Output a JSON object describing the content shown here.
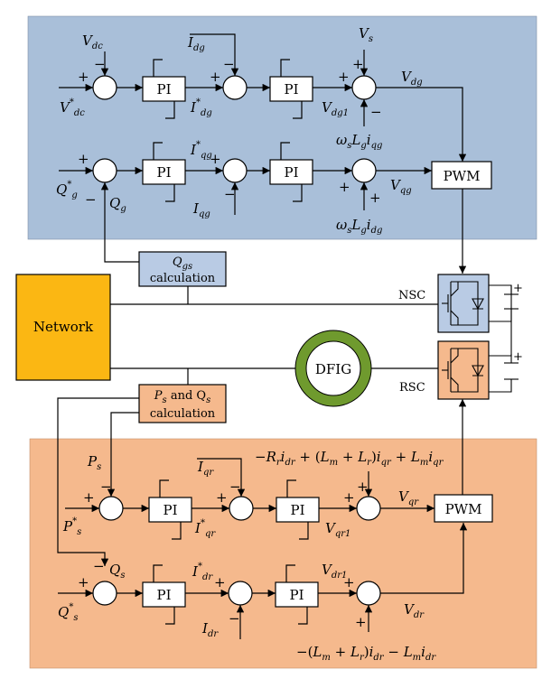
{
  "colors": {
    "grid_panel": "#a9bfd9",
    "rotor_panel": "#f5b98d",
    "network": "#fbb713",
    "dfig_ring": "#6f9a2e",
    "nsc_fill": "#b9cbe4",
    "rsc_fill": "#f5b98d",
    "qgs_fill": "#b9cbe4",
    "psqs_fill": "#f5b98d"
  },
  "blocks": {
    "pi": "PI",
    "pwm": "PWM",
    "network": "Network",
    "dfig": "DFIG",
    "nsc": "NSC",
    "rsc": "RSC",
    "qgs_calc_line1": "Q",
    "qgs_calc_sub": "gs",
    "qgs_calc_line2": "calculation",
    "psqs_calc_p": "P",
    "psqs_calc_psub": "s",
    "psqs_calc_and": " and Q",
    "psqs_calc_qsub": "s",
    "psqs_calc_line2": "calculation"
  },
  "signs": {
    "plus": "+",
    "minus": "−"
  },
  "signals": {
    "vdc": {
      "base": "V",
      "sub": "dc"
    },
    "vdc_ref": {
      "base": "V",
      "sup": "*",
      "sub": "dc"
    },
    "idg": {
      "base": "I",
      "sub": "dg"
    },
    "idg_ref": {
      "base": "I",
      "sup": "*",
      "sub": "dg"
    },
    "vs": {
      "base": "V",
      "sub": "s"
    },
    "vdg": {
      "base": "V",
      "sub": "dg"
    },
    "vdg1": {
      "base": "V",
      "sub": "dg1"
    },
    "ws_lg_iqg": {
      "w": "ω",
      "ws": "s",
      "l": "L",
      "lg": "g",
      "i": "i",
      "is": "qg"
    },
    "qg_ref": {
      "base": "Q",
      "sup": "*",
      "sub": "g"
    },
    "qg": {
      "base": "Q",
      "sub": "g"
    },
    "iqg_ref": {
      "base": "I",
      "sup": "*",
      "sub": "qg"
    },
    "iqg": {
      "base": "I",
      "sub": "qg"
    },
    "vqg": {
      "base": "V",
      "sub": "qg"
    },
    "ws_lg_idg": {
      "w": "ω",
      "ws": "s",
      "l": "L",
      "lg": "g",
      "i": "i",
      "is": "dg"
    },
    "ps": {
      "base": "P",
      "sub": "s"
    },
    "ps_ref": {
      "base": "P",
      "sup": "*",
      "sub": "s"
    },
    "iqr": {
      "base": "I",
      "sub": "qr"
    },
    "iqr_ref": {
      "base": "I",
      "sup": "*",
      "sub": "qr"
    },
    "vqr": {
      "base": "V",
      "sub": "qr"
    },
    "vqr1": {
      "base": "V",
      "sub": "qr1"
    },
    "qs": {
      "base": "Q",
      "sub": "s"
    },
    "qs_ref": {
      "base": "Q",
      "sup": "*",
      "sub": "s"
    },
    "idr": {
      "base": "I",
      "sub": "dr"
    },
    "idr_ref": {
      "base": "I",
      "sup": "*",
      "sub": "dr"
    },
    "vdr": {
      "base": "V",
      "sub": "dr"
    },
    "vdr1": {
      "base": "V",
      "sub": "dr1"
    }
  },
  "equations": {
    "q_comp": {
      "p1": "−",
      "r1": "R",
      "r1s": "r",
      "i1": "i",
      "i1s": "dr",
      "p2": " + (",
      "l1": "L",
      "l1s": "m",
      "p3": " + ",
      "l2": "L",
      "l2s": "r",
      "p4": ")",
      "i2": "i",
      "i2s": "qr",
      "p5": " + ",
      "l3": "L",
      "l3s": "m",
      "i3": "i",
      "i3s": "qr"
    },
    "d_comp": {
      "p1": "−(",
      "l1": "L",
      "l1s": "m",
      "p2": " + ",
      "l2": "L",
      "l2s": "r",
      "p3": ")",
      "i1": "i",
      "i1s": "dr",
      "p4": " − ",
      "l3": "L",
      "l3s": "m",
      "i2": "i",
      "i2s": "dr"
    }
  }
}
